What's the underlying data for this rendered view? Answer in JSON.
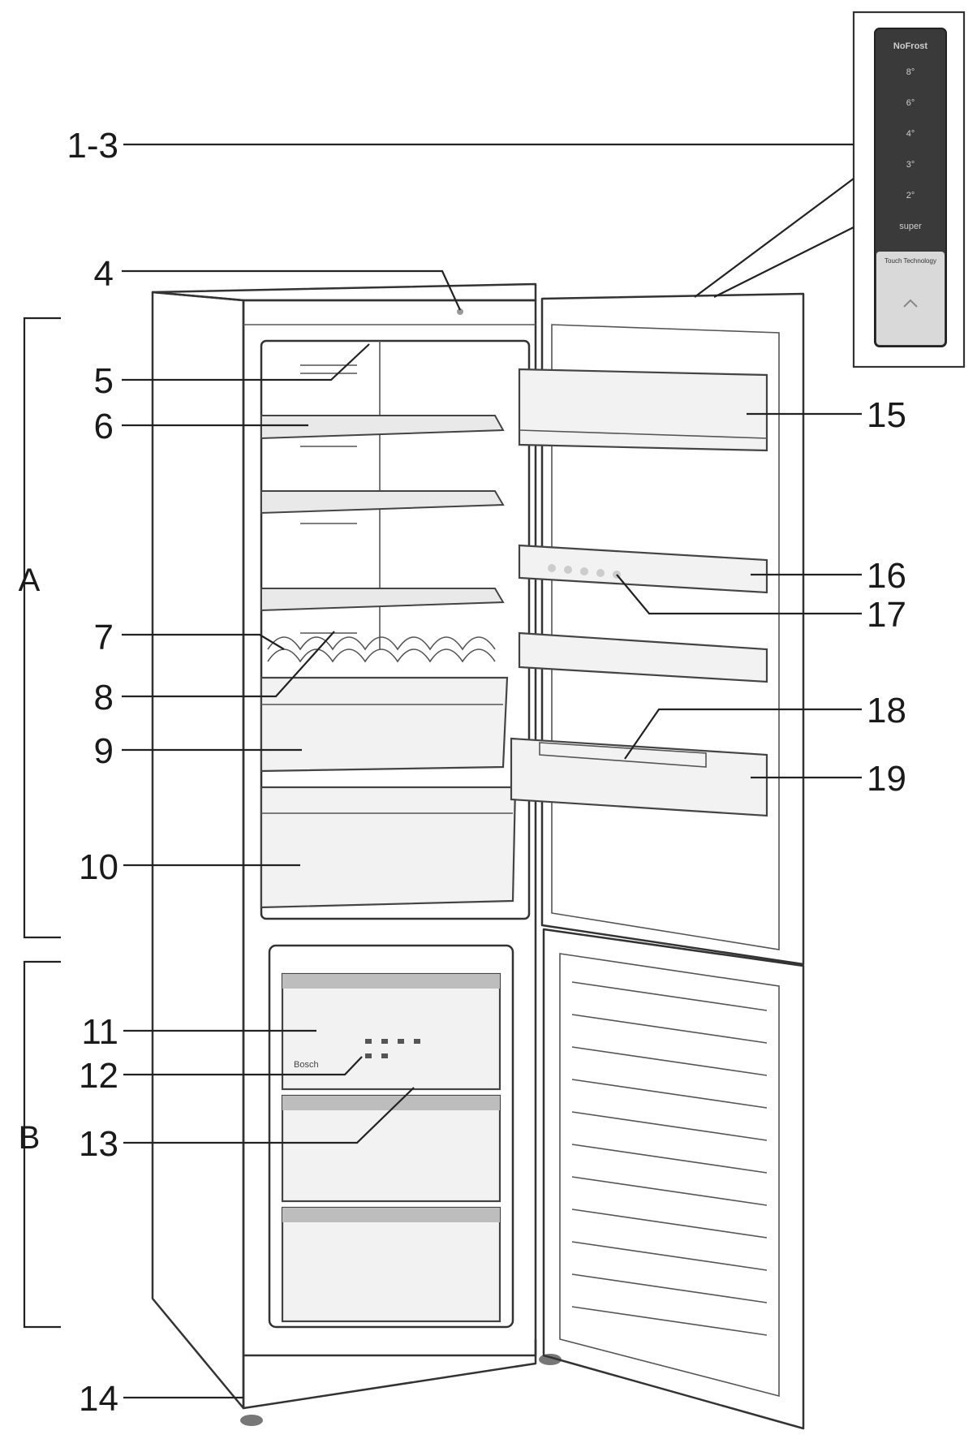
{
  "callouts": {
    "c1_3": "1-3",
    "c4": "4",
    "c5": "5",
    "c6": "6",
    "c7": "7",
    "c8": "8",
    "c9": "9",
    "c10": "10",
    "c11": "11",
    "c12": "12",
    "c13": "13",
    "c14": "14",
    "c15": "15",
    "c16": "16",
    "c17": "17",
    "c18": "18",
    "c19": "19"
  },
  "sections": {
    "a": "A",
    "b": "B"
  },
  "control_panel": {
    "brand": "NoFrost",
    "temps": [
      "8°",
      "6°",
      "4°",
      "3°",
      "2°"
    ],
    "super": "super",
    "tech": "Touch  Technology"
  },
  "drawer_label": "Bosch"
}
